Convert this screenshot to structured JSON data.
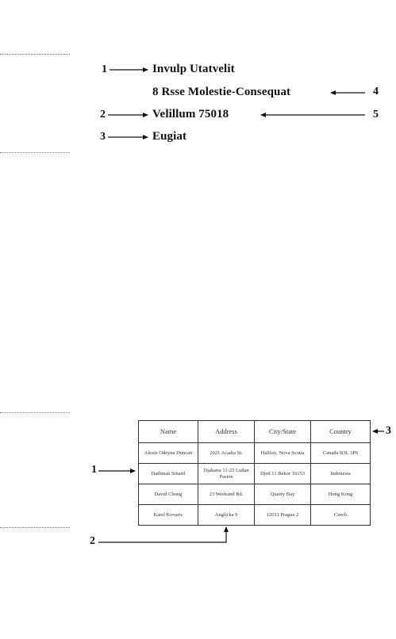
{
  "address_example": {
    "lines": [
      "Invulp Utatvelit",
      "8 Rsse Molestie-Consequat",
      "Velillum 75018",
      "Eugiat"
    ],
    "callouts": {
      "left": [
        "1",
        "2",
        "3"
      ],
      "right": [
        "4",
        "5"
      ]
    }
  },
  "table_example": {
    "headers": [
      "Name",
      "Address",
      "City/State",
      "Country"
    ],
    "rows": [
      [
        "Alexis Odeyna Duncan",
        "2021 Acadia St.",
        "Halifax, Nova Scotia",
        "Canada B3L 3P6"
      ],
      [
        "Dadiman Sinaril",
        "Djakarta 11-23 Ludan Pasten",
        "Djed 11 Bekor 16153",
        "Indonesia"
      ],
      [
        "David Chong",
        "23 Weekand Rd.",
        "Quarry Bay",
        "Hong Kong"
      ],
      [
        "Karel Kovaric",
        "Anglicka 9",
        "12011 Prague 2",
        "Czech"
      ]
    ],
    "callouts": [
      "1",
      "2",
      "3"
    ]
  }
}
